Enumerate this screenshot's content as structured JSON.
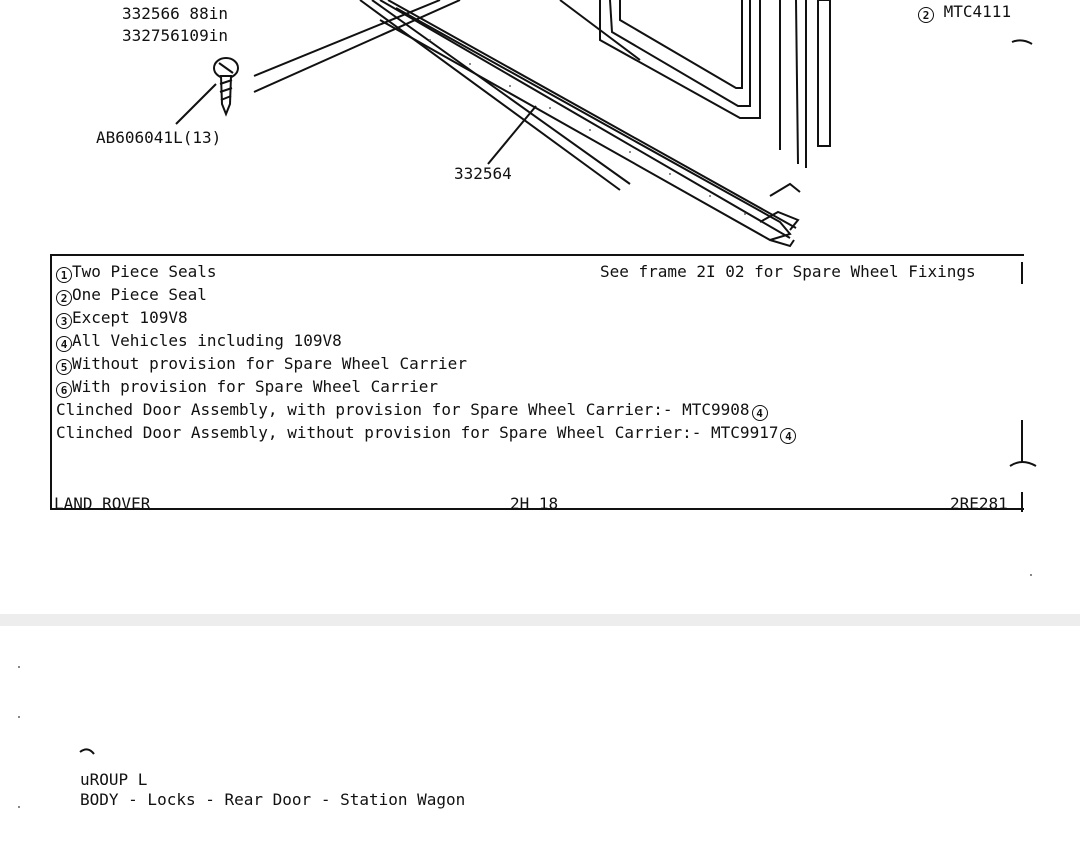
{
  "diagram": {
    "callouts": {
      "seal_88": "332566 88in",
      "seal_109": "332756109in",
      "screw": "AB606041L(13)",
      "bottom_seal": "332564",
      "right_seal_num": "2",
      "right_seal_part": "MTC4111"
    }
  },
  "notes": {
    "items": [
      {
        "num": "1",
        "text": "Two Piece Seals"
      },
      {
        "num": "2",
        "text": "One Piece Seal"
      },
      {
        "num": "3",
        "text": "Except 109V8"
      },
      {
        "num": "4",
        "text": "All Vehicles including 109V8"
      },
      {
        "num": "5",
        "text": "Without provision for Spare Wheel Carrier"
      },
      {
        "num": "6",
        "text": "With provision for Spare Wheel Carrier"
      }
    ],
    "see_frame": "See frame 2I 02 for Spare Wheel Fixings",
    "clinched_1": {
      "text": "Clinched Door Assembly, with provision for Spare Wheel Carrier:- MTC9908",
      "num": "4"
    },
    "clinched_2": {
      "text": "Clinched Door Assembly, without provision for Spare Wheel Carrier:- MTC9917",
      "num": "4"
    }
  },
  "footer": {
    "brand": "LAND ROVER",
    "page": "2H 18",
    "code": "2RE281"
  },
  "next_page": {
    "group": "uROUP L",
    "title": "BODY - Locks - Rear Door - Station Wagon"
  }
}
